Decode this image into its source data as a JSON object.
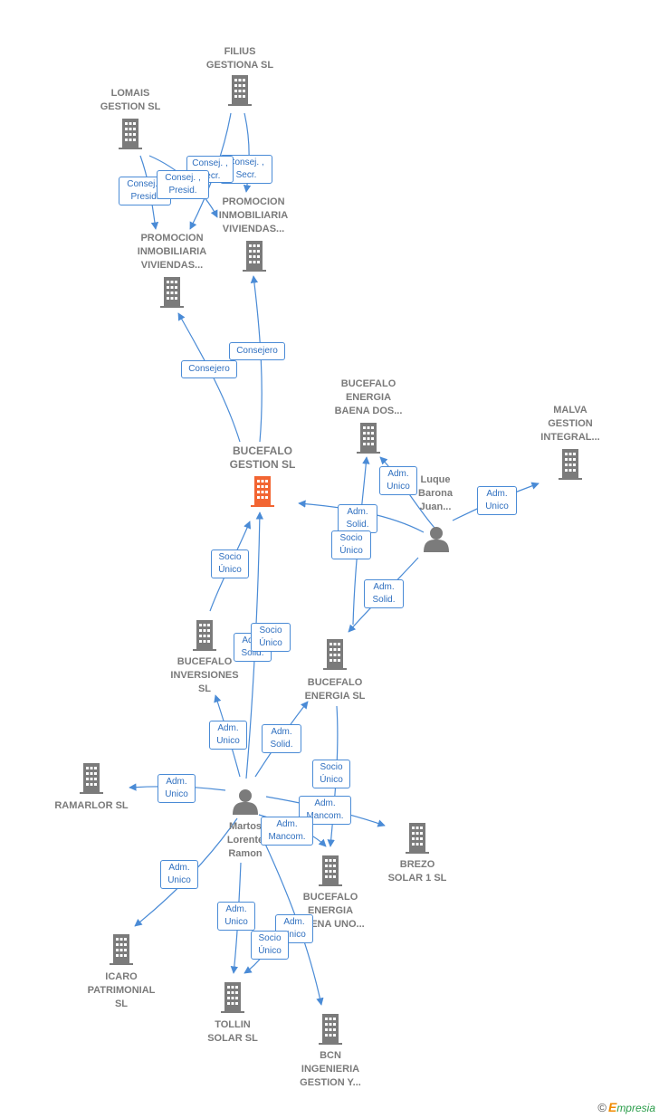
{
  "colors": {
    "edge": "#4a8bd6",
    "company": "#7b7b7b",
    "focus": "#f26532",
    "person": "#7b7b7b"
  },
  "nodes": [
    {
      "id": "filius",
      "label": "FILIUS\nGESTIONA SL",
      "type": "company"
    },
    {
      "id": "lomais",
      "label": "LOMAIS\nGESTION SL",
      "type": "company"
    },
    {
      "id": "promo1",
      "label": "PROMOCION\nINMOBILIARIA\nVIVIENDAS...",
      "type": "company"
    },
    {
      "id": "promo2",
      "label": "PROMOCION\nINMOBILIARIA\nVIVIENDAS...",
      "type": "company"
    },
    {
      "id": "bucefalo_gestion",
      "label": "BUCEFALO\nGESTION SL",
      "type": "focus"
    },
    {
      "id": "baena_dos",
      "label": "BUCEFALO\nENERGIA\nBAENA DOS...",
      "type": "company"
    },
    {
      "id": "malva",
      "label": "MALVA\nGESTION\nINTEGRAL...",
      "type": "company"
    },
    {
      "id": "luque",
      "label": "Luque\nBarona\nJuan...",
      "type": "person"
    },
    {
      "id": "inversiones",
      "label": "BUCEFALO\nINVERSIONES\nSL",
      "type": "company"
    },
    {
      "id": "energia",
      "label": "BUCEFALO\nENERGIA SL",
      "type": "company"
    },
    {
      "id": "ramarlor",
      "label": "RAMARLOR SL",
      "type": "company"
    },
    {
      "id": "martos",
      "label": "Martos\nLorente\nRamon",
      "type": "person"
    },
    {
      "id": "brezo",
      "label": "BREZO\nSOLAR 1 SL",
      "type": "company"
    },
    {
      "id": "baena_uno",
      "label": "BUCEFALO\nENERGIA\nBAENA UNO...",
      "type": "company"
    },
    {
      "id": "icaro",
      "label": "ICARO\nPATRIMONIAL\nSL",
      "type": "company"
    },
    {
      "id": "tollin",
      "label": "TOLLIN\nSOLAR SL",
      "type": "company"
    },
    {
      "id": "bcn",
      "label": "BCN\nINGENIERIA\nGESTION Y...",
      "type": "company"
    }
  ],
  "relations": [
    {
      "id": "r1",
      "label": "Consej. ,\nSecr."
    },
    {
      "id": "r2",
      "label": "Consej. ,\nSecr."
    },
    {
      "id": "r3",
      "label": "Consej. ,\nPresid."
    },
    {
      "id": "r4",
      "label": "Consej. ,\nPresid."
    },
    {
      "id": "r5",
      "label": "Consejero"
    },
    {
      "id": "r6",
      "label": "Consejero"
    },
    {
      "id": "r7",
      "label": "Adm.\nUnico"
    },
    {
      "id": "r8",
      "label": "Adm.\nSolid."
    },
    {
      "id": "r9",
      "label": "Socio\nÚnico"
    },
    {
      "id": "r10",
      "label": "Adm.\nUnico"
    },
    {
      "id": "r11",
      "label": "Adm.\nSolid."
    },
    {
      "id": "r12",
      "label": "Socio\nÚnico"
    },
    {
      "id": "r13",
      "label": "Adm.\nSolid."
    },
    {
      "id": "r14",
      "label": "Socio\nÚnico"
    },
    {
      "id": "r15",
      "label": "Adm.\nUnico"
    },
    {
      "id": "r16",
      "label": "Adm.\nSolid."
    },
    {
      "id": "r17",
      "label": "Adm.\nUnico"
    },
    {
      "id": "r18",
      "label": "Socio\nÚnico"
    },
    {
      "id": "r19",
      "label": "Adm.\nMancom."
    },
    {
      "id": "r20",
      "label": "Adm.\nMancom."
    },
    {
      "id": "r21",
      "label": "Adm.\nUnico"
    },
    {
      "id": "r22",
      "label": "Adm.\nUnico"
    },
    {
      "id": "r23",
      "label": "Adm.\nUnico"
    },
    {
      "id": "r24",
      "label": "Socio\nÚnico"
    }
  ],
  "brand": {
    "copyright": "©",
    "name_first": "E",
    "name_rest": "mpresia"
  }
}
